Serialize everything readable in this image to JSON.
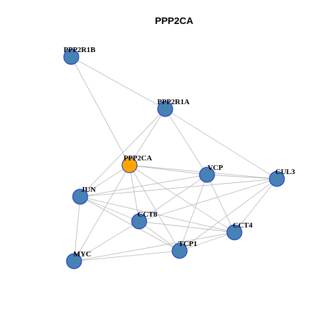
{
  "title": "PPP2CA",
  "colors": {
    "node_fill": "#4682B4",
    "node_stroke": "#1a2fc8",
    "highlight_fill": "#FFA500",
    "edge": "#bdbdbd",
    "label": "#000000",
    "title": "#000000"
  },
  "graph": {
    "highlight": "PPP2CA",
    "nodes": [
      {
        "id": "PPP2R1B",
        "label": "PPP2R1B"
      },
      {
        "id": "PPP2R1A",
        "label": "PPP2R1A"
      },
      {
        "id": "PPP2CA",
        "label": "PPP2CA"
      },
      {
        "id": "VCP",
        "label": "VCP"
      },
      {
        "id": "CUL3",
        "label": "CUL3"
      },
      {
        "id": "JUN",
        "label": "JUN"
      },
      {
        "id": "CCT8",
        "label": "CCT8"
      },
      {
        "id": "CCT4",
        "label": "CCT4"
      },
      {
        "id": "TCP1",
        "label": "TCP1"
      },
      {
        "id": "MYC",
        "label": "MYC"
      }
    ],
    "edges": [
      [
        "PPP2R1B",
        "PPP2R1A"
      ],
      [
        "PPP2R1B",
        "PPP2CA"
      ],
      [
        "PPP2R1A",
        "PPP2CA"
      ],
      [
        "PPP2R1A",
        "VCP"
      ],
      [
        "PPP2R1A",
        "CUL3"
      ],
      [
        "PPP2R1A",
        "JUN"
      ],
      [
        "PPP2CA",
        "VCP"
      ],
      [
        "PPP2CA",
        "CUL3"
      ],
      [
        "PPP2CA",
        "CCT8"
      ],
      [
        "PPP2CA",
        "CCT4"
      ],
      [
        "PPP2CA",
        "TCP1"
      ],
      [
        "PPP2CA",
        "MYC"
      ],
      [
        "PPP2CA",
        "JUN"
      ],
      [
        "VCP",
        "CUL3"
      ],
      [
        "VCP",
        "JUN"
      ],
      [
        "VCP",
        "CCT8"
      ],
      [
        "VCP",
        "TCP1"
      ],
      [
        "VCP",
        "CCT4"
      ],
      [
        "CUL3",
        "JUN"
      ],
      [
        "CUL3",
        "CCT8"
      ],
      [
        "CUL3",
        "TCP1"
      ],
      [
        "CUL3",
        "CCT4"
      ],
      [
        "JUN",
        "CCT8"
      ],
      [
        "JUN",
        "TCP1"
      ],
      [
        "JUN",
        "CCT4"
      ],
      [
        "JUN",
        "MYC"
      ],
      [
        "CCT8",
        "TCP1"
      ],
      [
        "CCT8",
        "CCT4"
      ],
      [
        "CCT8",
        "MYC"
      ],
      [
        "CCT4",
        "TCP1"
      ],
      [
        "CCT4",
        "MYC"
      ],
      [
        "TCP1",
        "MYC"
      ]
    ]
  }
}
